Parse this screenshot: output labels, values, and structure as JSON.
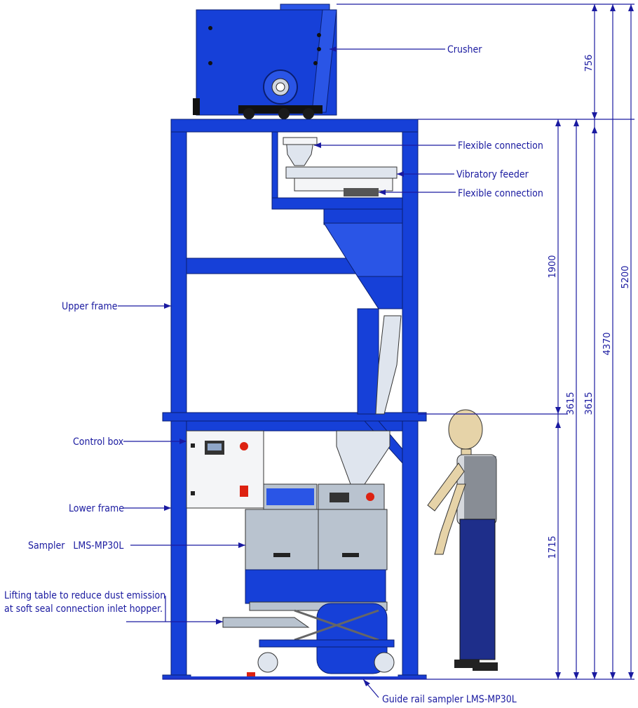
{
  "labels": {
    "crusher": "Crusher",
    "flex_top": "Flexible connection",
    "vib_feeder": "Vibratory feeder",
    "flex_bottom": "Flexible connection",
    "upper_frame": "Upper frame",
    "control_box": "Control box",
    "lower_frame": "Lower frame",
    "sampler": "Sampler   LMS-MP30L",
    "lifting_1": "Lifting table to reduce dust emission",
    "lifting_2": "at soft seal connection inlet hopper.",
    "guide_rail": "Guide rail sampler LMS-MP30L"
  },
  "dimensions": {
    "d756": "756",
    "d1900": "1900",
    "d3615a": "3615",
    "d3615b": "3615",
    "d4370": "4370",
    "d5200": "5200",
    "d1715": "1715"
  },
  "colors": {
    "frame_blue": "#1640d8",
    "annotation": "#1a1aa0"
  }
}
